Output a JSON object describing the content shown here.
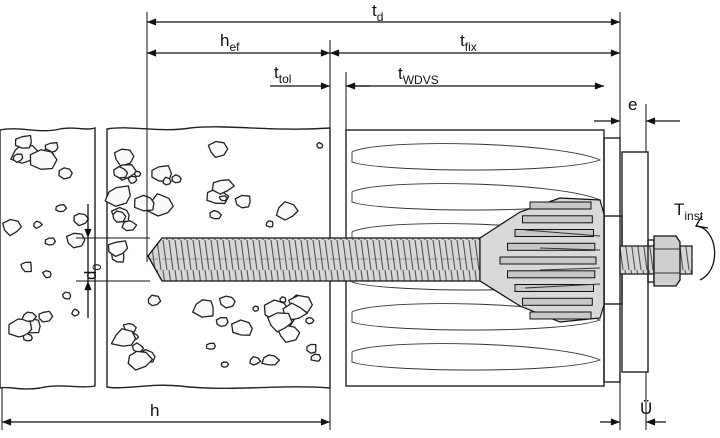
{
  "dimensions": {
    "td": {
      "main": "t",
      "sub": "d"
    },
    "hef": {
      "main": "h",
      "sub": "ef"
    },
    "tfix": {
      "main": "t",
      "sub": "fix"
    },
    "ttol": {
      "main": "t",
      "sub": "tol"
    },
    "twdvs": {
      "main": "t",
      "sub": "WDVS"
    },
    "e": {
      "main": "e"
    },
    "d0": {
      "main": "d",
      "sub": "0"
    },
    "tinst": {
      "main": "T",
      "sub": "inst"
    },
    "h": {
      "main": "h"
    },
    "u": {
      "main": "Ü"
    }
  },
  "colors": {
    "line": "#111111",
    "concrete": "#f1f1f1",
    "insulation": "#f4f4f4",
    "plate": "#dcdcdc",
    "screw": "#cfcfcf"
  }
}
